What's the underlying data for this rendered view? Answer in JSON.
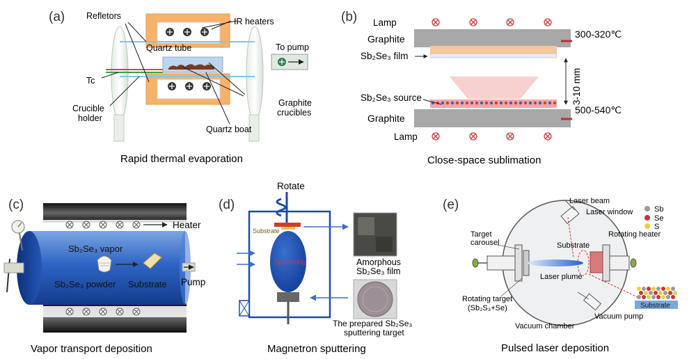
{
  "panels": {
    "a": {
      "letter": "(a)",
      "caption": "Rapid thermal evaporation",
      "labels": {
        "reflectors": "Refletors",
        "ir_heaters": "IR heaters",
        "quartz_tube": "Quartz tube",
        "to_pump": "To pump",
        "tc": "Tc",
        "crucible_holder_1": "Crucible",
        "crucible_holder_2": "holder",
        "graphite_crucibles_1": "Graphite",
        "graphite_crucibles_2": "crucibles",
        "quartz_boat": "Quartz boat"
      }
    },
    "b": {
      "letter": "(b)",
      "caption": "Close-space sublimation",
      "labels": {
        "lamp_top": "Lamp",
        "graphite_top": "Graphite",
        "temp_top": "300-320℃",
        "film": "Sb₂Se₃ film",
        "gap": "3-10 mm",
        "source": "Sb₂Se₃ source",
        "graphite_bottom": "Graphite",
        "temp_bottom": "500-540℃",
        "lamp_bottom": "Lamp"
      }
    },
    "c": {
      "letter": "(c)",
      "caption": "Vapor transport deposition",
      "labels": {
        "heater": "Heater",
        "vapor": "Sb₂Se₃ vapor",
        "powder": "Sb₂Se₃ powder",
        "substrate": "Substrate",
        "pump": "Pump"
      }
    },
    "d": {
      "letter": "(d)",
      "caption": "Magnetron sputtering",
      "labels": {
        "rotate": "Rotate",
        "substrate": "Substrate",
        "sputtering": "Sputtering",
        "amorphous_1": "Amorphous",
        "amorphous_2": "Sb₂Se₃ film",
        "target_1": "The prepared Sb₂Se₃",
        "target_2": "sputtering target"
      }
    },
    "e": {
      "letter": "(e)",
      "caption": "Pulsed laser deposition",
      "labels": {
        "laser_beam": "Laser beam",
        "laser_window": "Laser window",
        "target_carousel_1": "Target",
        "target_carousel_2": "carousel",
        "substrate": "Substrate",
        "rotating_heater": "Rotating heater",
        "laser_plume": "Laser plume",
        "rotating_target_1": "Rotating target",
        "rotating_target_2": "(Sb₂S₃+Se)",
        "vacuum_pump": "Vacuum pump",
        "vacuum_chamber": "Vacuum chamber",
        "legend_sb": "Sb",
        "legend_se": "Se",
        "legend_s": "S",
        "substrate_box": "Substrate"
      }
    }
  }
}
